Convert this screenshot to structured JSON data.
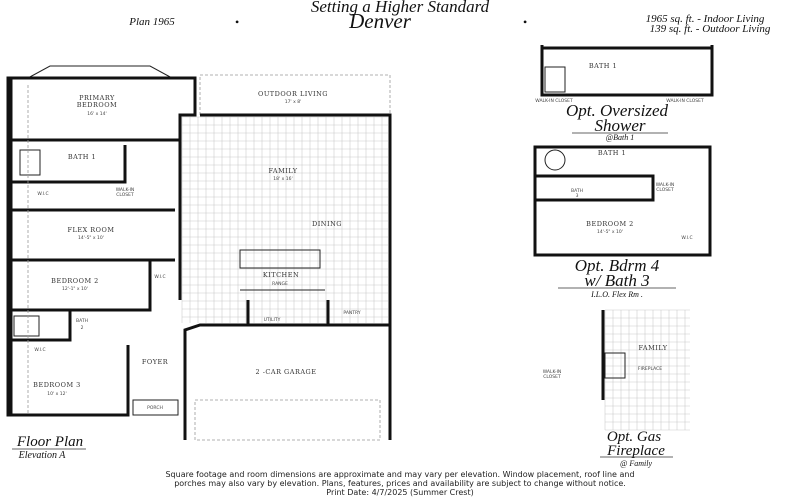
{
  "header": {
    "tagline": "Setting a Higher Standard",
    "plan": "Plan 1965",
    "name": "Denver",
    "indoor": "1965 sq. ft. - Indoor Living",
    "outdoor": "139 sq. ft. - Outdoor Living"
  },
  "main_plan": {
    "title": "Floor Plan",
    "subtitle": "Elevation A",
    "rooms": {
      "primary_bedroom_1": "PRIMARY",
      "primary_bedroom_2": "BEDROOM",
      "primary_bedroom_dim": "16' x 14'",
      "outdoor_living": "OUTDOOR LIVING",
      "outdoor_living_dim": "17' x 8'",
      "bath1": "BATH 1",
      "walk_in_closet_1": "WALK-IN",
      "walk_in_closet_2": "CLOSET",
      "wic": "W.I.C",
      "family": "FAMILY",
      "family_dim": "18' x 16'",
      "dining": "DINING",
      "flex_room": "FLEX ROOM",
      "flex_room_dim": "14'-5\" x 10'",
      "bedroom2": "BEDROOM 2",
      "bedroom2_dim": "12'-1\" x 10'",
      "wic2": "W.I.C",
      "kitchen": "KITCHEN",
      "range": "RANGE",
      "bath2_1": "BATH",
      "bath2_2": "2",
      "utility": "UTILITY",
      "pantry": "PANTRY",
      "wic3": "W.I.C",
      "foyer": "FOYER",
      "garage": "2 -CAR GARAGE",
      "bedroom3": "BEDROOM 3",
      "bedroom3_dim": "10' x 12'",
      "porch": "PORCH"
    }
  },
  "options": [
    {
      "title_1": "Opt. Oversized",
      "title_2": "Shower",
      "note": "@Bath 1",
      "labels": {
        "bath1": "BATH 1",
        "closet_a": "WALK-IN CLOSET",
        "closet_b": "WALK-IN CLOSET"
      }
    },
    {
      "title_1": "Opt. Bdrm 4",
      "title_2": "w/ Bath 3",
      "note": "I.L.O. Flex Rm .",
      "labels": {
        "bath1": "BATH 1",
        "bath3_1": "BATH",
        "bath3_2": "3",
        "closet_1": "WALK-IN",
        "closet_2": "CLOSET",
        "bedroom2": "BEDROOM 2",
        "bedroom2_dim": "14'-5\" x 10'",
        "wic": "W.I.C"
      }
    },
    {
      "title_1": "Opt. Gas",
      "title_2": "Fireplace",
      "note": "@ Family",
      "labels": {
        "family": "FAMILY",
        "fireplace": "FIREPLACE",
        "closet_1": "WALK-IN",
        "closet_2": "CLOSET"
      }
    }
  ],
  "footer": {
    "line1": "Square footage and room dimensions are approximate and may vary per elevation. Window placement, roof line and",
    "line2": "porches may also vary by elevation. Plans, features, prices and availability are subject to change without notice.",
    "line3": "Print Date: 4/7/2025 (Summer Crest)"
  }
}
